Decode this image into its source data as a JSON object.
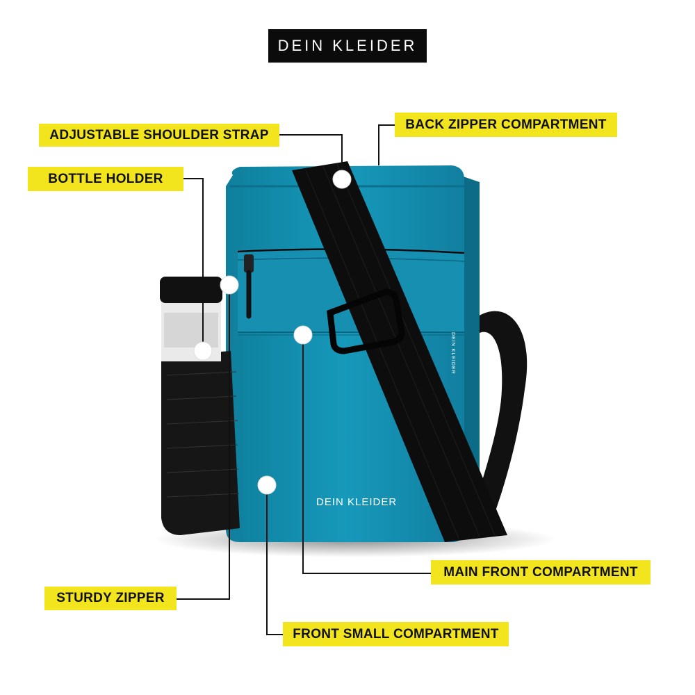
{
  "brand": {
    "header_logo": "DEIN KLEIDER",
    "bag_print": "DEIN KLEIDER",
    "side_tag": "DEIN KLEIDER"
  },
  "callouts": {
    "adjustable_strap": "ADJUSTABLE SHOULDER STRAP",
    "back_zipper": "BACK ZIPPER COMPARTMENT",
    "bottle_holder": "BOTTLE HOLDER",
    "main_front": "MAIN FRONT COMPARTMENT",
    "sturdy_zipper": "STURDY ZIPPER",
    "front_small": "FRONT SMALL COMPARTMENT"
  },
  "colors": {
    "callout_bg": "#f2e51d",
    "bag_teal": "#1592b3",
    "strap_black": "#0d0d0d",
    "logo_bg": "#0b0b0b"
  }
}
